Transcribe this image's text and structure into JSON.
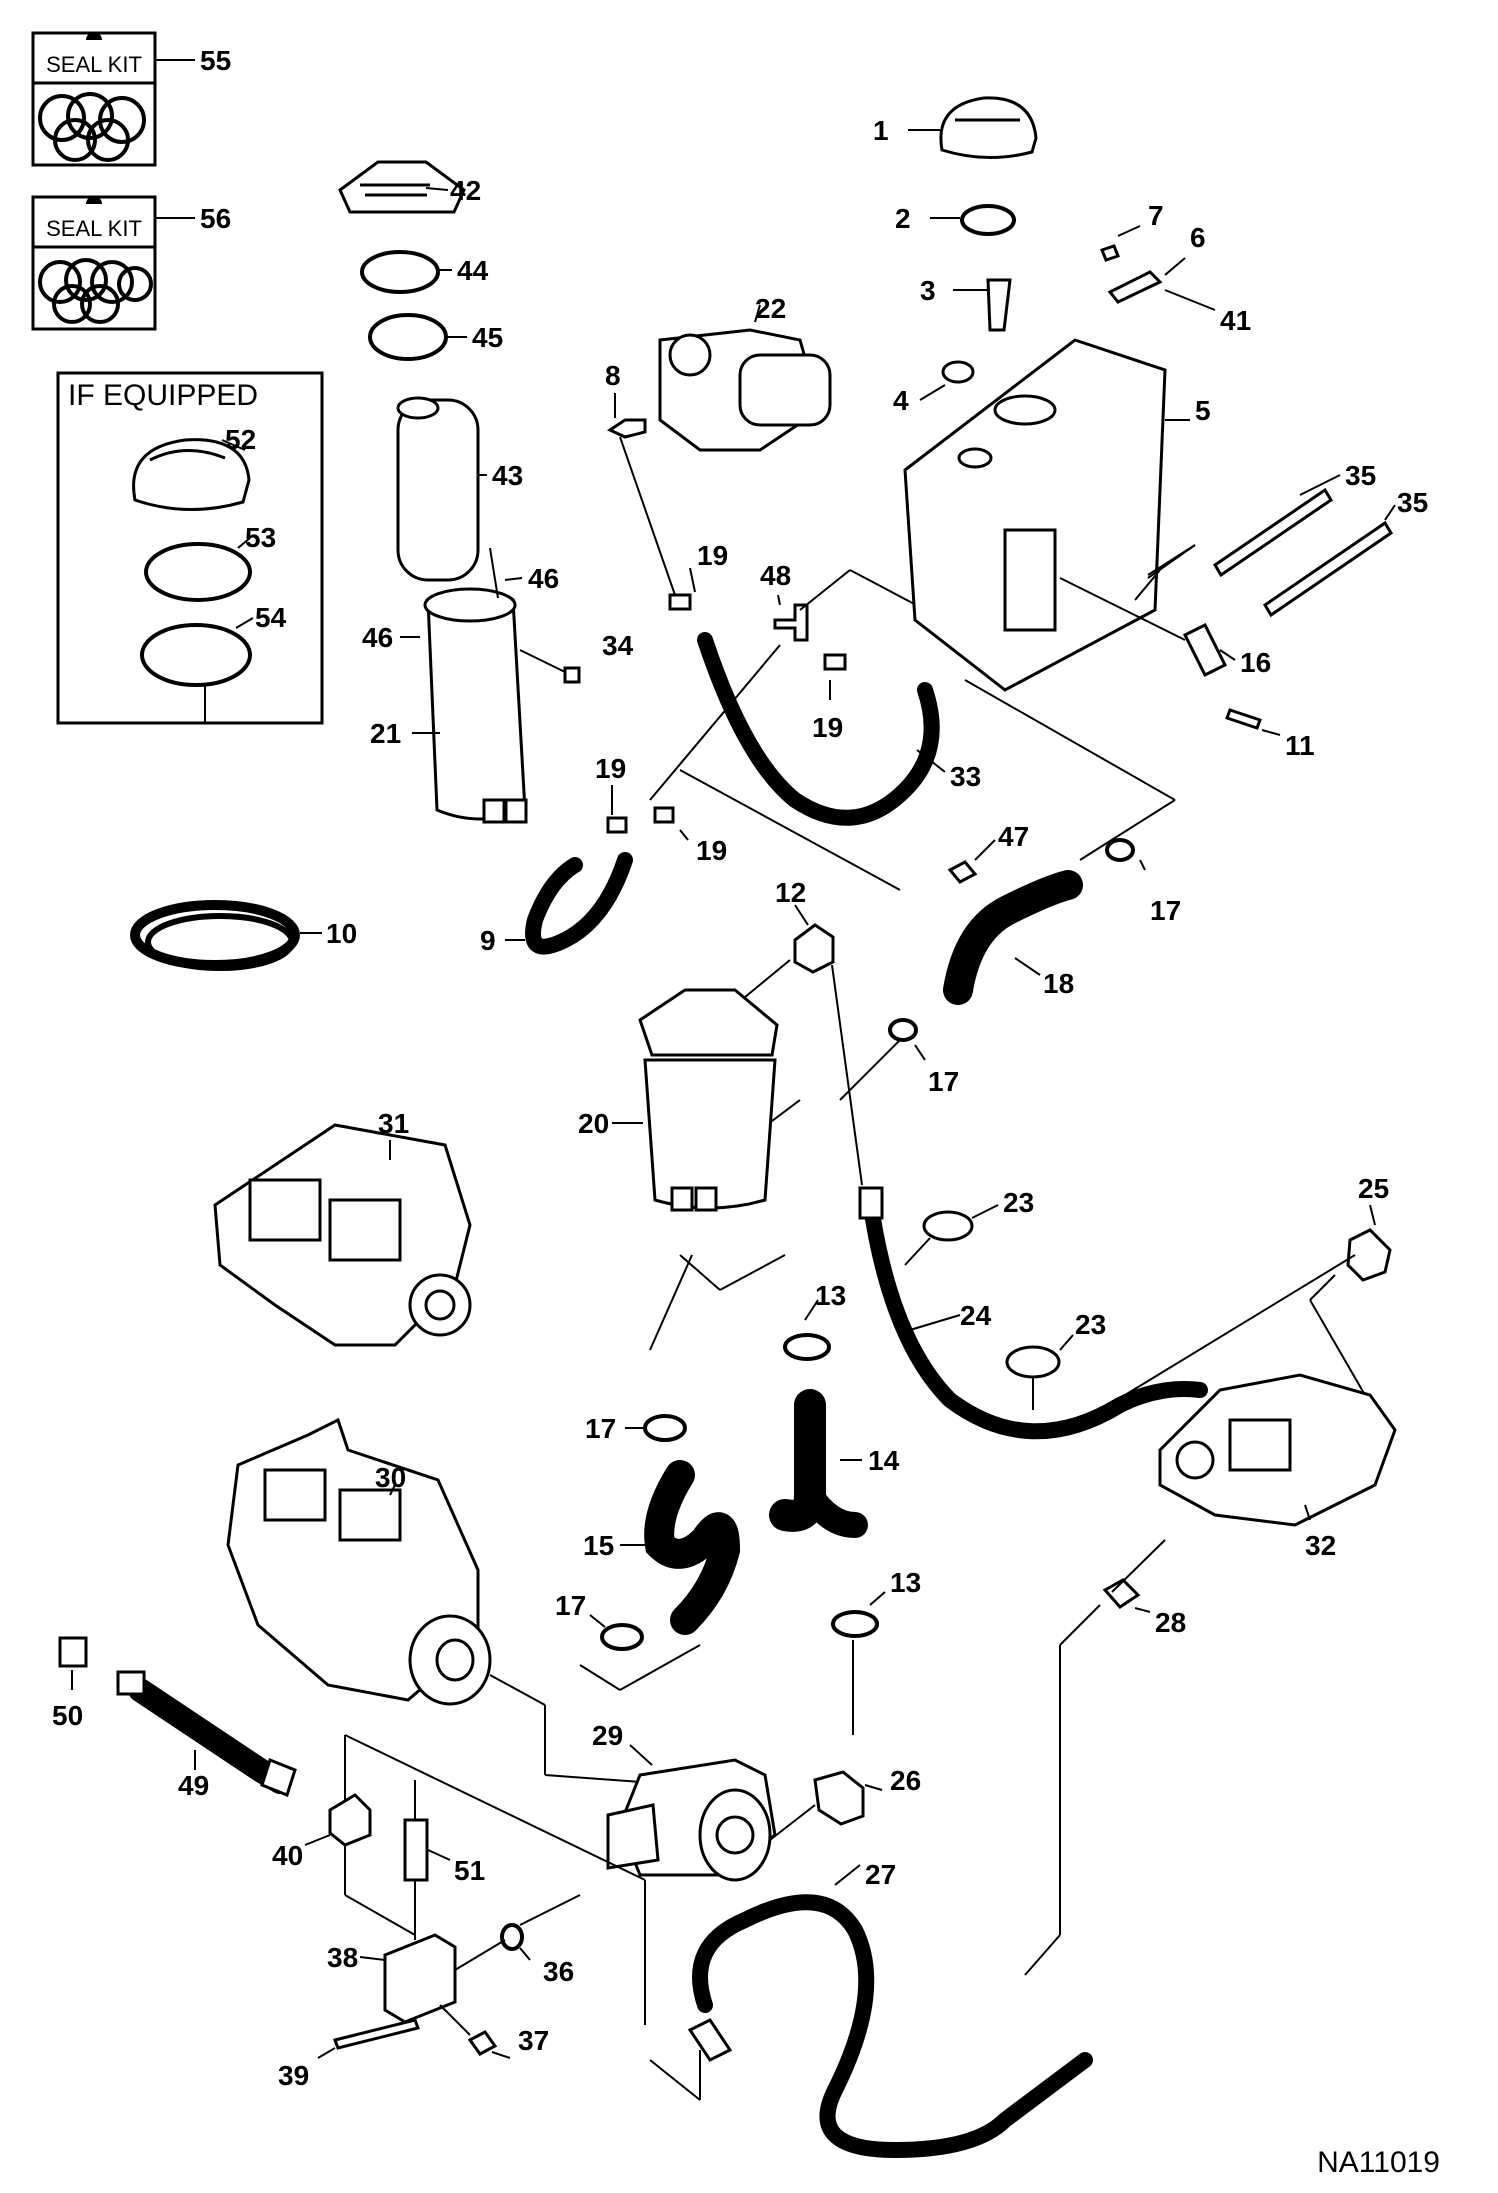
{
  "seal_kits": [
    {
      "label": "SEAL KIT",
      "callout": "55"
    },
    {
      "label": "SEAL KIT",
      "callout": "56"
    }
  ],
  "if_equipped": {
    "title": "IF EQUIPPED"
  },
  "callouts": {
    "c1": "1",
    "c2": "2",
    "c3": "3",
    "c4": "4",
    "c5": "5",
    "c6": "6",
    "c7": "7",
    "c8": "8",
    "c9": "9",
    "c10": "10",
    "c11": "11",
    "c12": "12",
    "c13a": "13",
    "c13b": "13",
    "c14": "14",
    "c15": "15",
    "c16": "16",
    "c17a": "17",
    "c17b": "17",
    "c17c": "17",
    "c17d": "17",
    "c18": "18",
    "c19a": "19",
    "c19b": "19",
    "c19c": "19",
    "c19d": "19",
    "c20": "20",
    "c21": "21",
    "c22": "22",
    "c23a": "23",
    "c23b": "23",
    "c24": "24",
    "c25": "25",
    "c26": "26",
    "c27": "27",
    "c28": "28",
    "c29": "29",
    "c30": "30",
    "c31": "31",
    "c32": "32",
    "c33": "33",
    "c34": "34",
    "c35a": "35",
    "c35b": "35",
    "c36": "36",
    "c37": "37",
    "c38": "38",
    "c39": "39",
    "c40": "40",
    "c41": "41",
    "c42": "42",
    "c43": "43",
    "c44": "44",
    "c45": "45",
    "c46a": "46",
    "c46b": "46",
    "c47": "47",
    "c48": "48",
    "c49": "49",
    "c50": "50",
    "c51": "51",
    "c52": "52",
    "c53": "53",
    "c54": "54"
  },
  "drawing_code": "NA11019"
}
